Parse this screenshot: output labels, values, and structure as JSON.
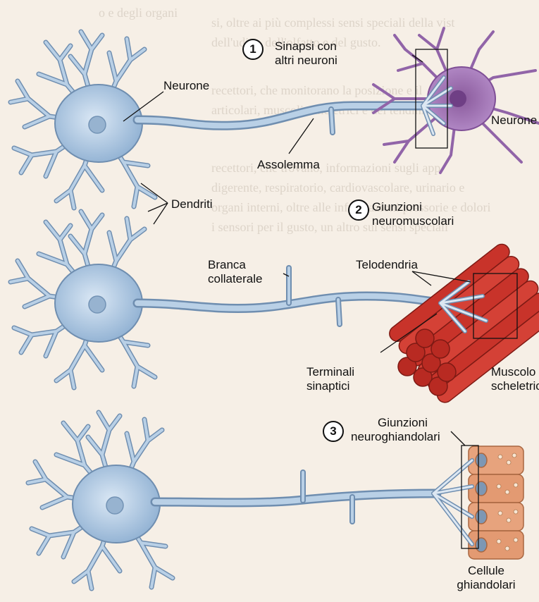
{
  "sections": [
    {
      "number": "1",
      "caption": [
        "Sinapsi con",
        "altri neuroni"
      ]
    },
    {
      "number": "2",
      "caption": [
        "Giunzioni",
        "neuromuscolari"
      ]
    },
    {
      "number": "3",
      "caption": [
        "Giunzioni",
        "neuroghiandolari"
      ]
    }
  ],
  "labels": {
    "neurone": "Neurone",
    "neurone_target": "Neurone",
    "assolemma": "Assolemma",
    "dendriti": "Dendriti",
    "branca_1": "Branca",
    "branca_2": "collaterale",
    "telodendria": "Telodendria",
    "terminali_1": "Terminali",
    "terminali_2": "sinaptici",
    "muscolo_1": "Muscolo",
    "muscolo_2": "scheletrico",
    "cellule_1": "Cellule",
    "cellule_2": "ghiandolari"
  },
  "background_text": [
    "o e degli organi",
    "si, oltre ai più complessi sensi speciali della vist",
    "dell'udito, dell'olfatto e del gusto.",
    "recettori, che monitorano la posizione e il",
    "articolari, muscoli scheletrici e dei tendini",
    "recettori, che trovano, informazioni sugli app",
    "digerente, respiratorio, cardiovascolare, urinario e",
    "organi interni, oltre alle informazioni pressorie e dolori",
    "i sensori per il gusto, un altro sui sensi speciali"
  ],
  "colors": {
    "neuron": "#a9c3dd",
    "neuron_outline": "#6f8eb0",
    "target_neuron": "#a47ab8",
    "muscle": "#c8332a",
    "gland": "#e7a37d"
  }
}
